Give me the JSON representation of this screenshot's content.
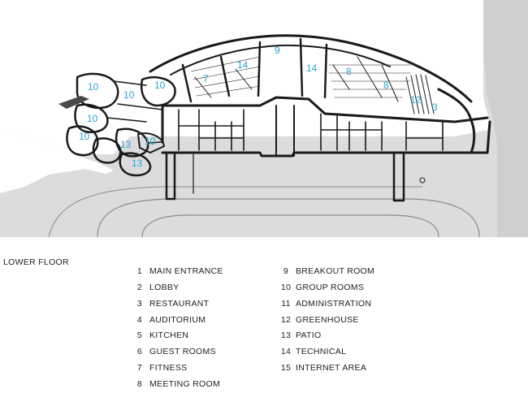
{
  "floor_title": "LOWER FLOOR",
  "legend": {
    "left": [
      {
        "num": "1",
        "label": "MAIN ENTRANCE"
      },
      {
        "num": "2",
        "label": "LOBBY"
      },
      {
        "num": "3",
        "label": "RESTAURANT"
      },
      {
        "num": "4",
        "label": "AUDITORIUM"
      },
      {
        "num": "5",
        "label": "KITCHEN"
      },
      {
        "num": "6",
        "label": "GUEST ROOMS"
      },
      {
        "num": "7",
        "label": "FITNESS"
      },
      {
        "num": "8",
        "label": "MEETING ROOM"
      }
    ],
    "right": [
      {
        "num": "9",
        "label": "BREAKOUT ROOM"
      },
      {
        "num": "10",
        "label": "GROUP ROOMS"
      },
      {
        "num": "11",
        "label": "ADMINISTRATION"
      },
      {
        "num": "12",
        "label": "GREENHOUSE"
      },
      {
        "num": "13",
        "label": "PATIO"
      },
      {
        "num": "14",
        "label": "TECHNICAL"
      },
      {
        "num": "15",
        "label": "INTERNET AREA"
      }
    ]
  },
  "room_labels": {
    "r1": "10",
    "r2": "10",
    "r3": "10",
    "r4": "10",
    "r5": "10",
    "r6": "13",
    "r7": "10",
    "r8": "13",
    "r9": "7",
    "r10": "14",
    "r11": "9",
    "r12": "14",
    "r13": "8",
    "r14": "8",
    "r15": "12",
    "r16": "3"
  },
  "colors": {
    "ground": "#dcdcdc",
    "road_line": "#8a8a8a",
    "walls": "#1a1a1a",
    "room_numbers": "#2aa3d9"
  }
}
